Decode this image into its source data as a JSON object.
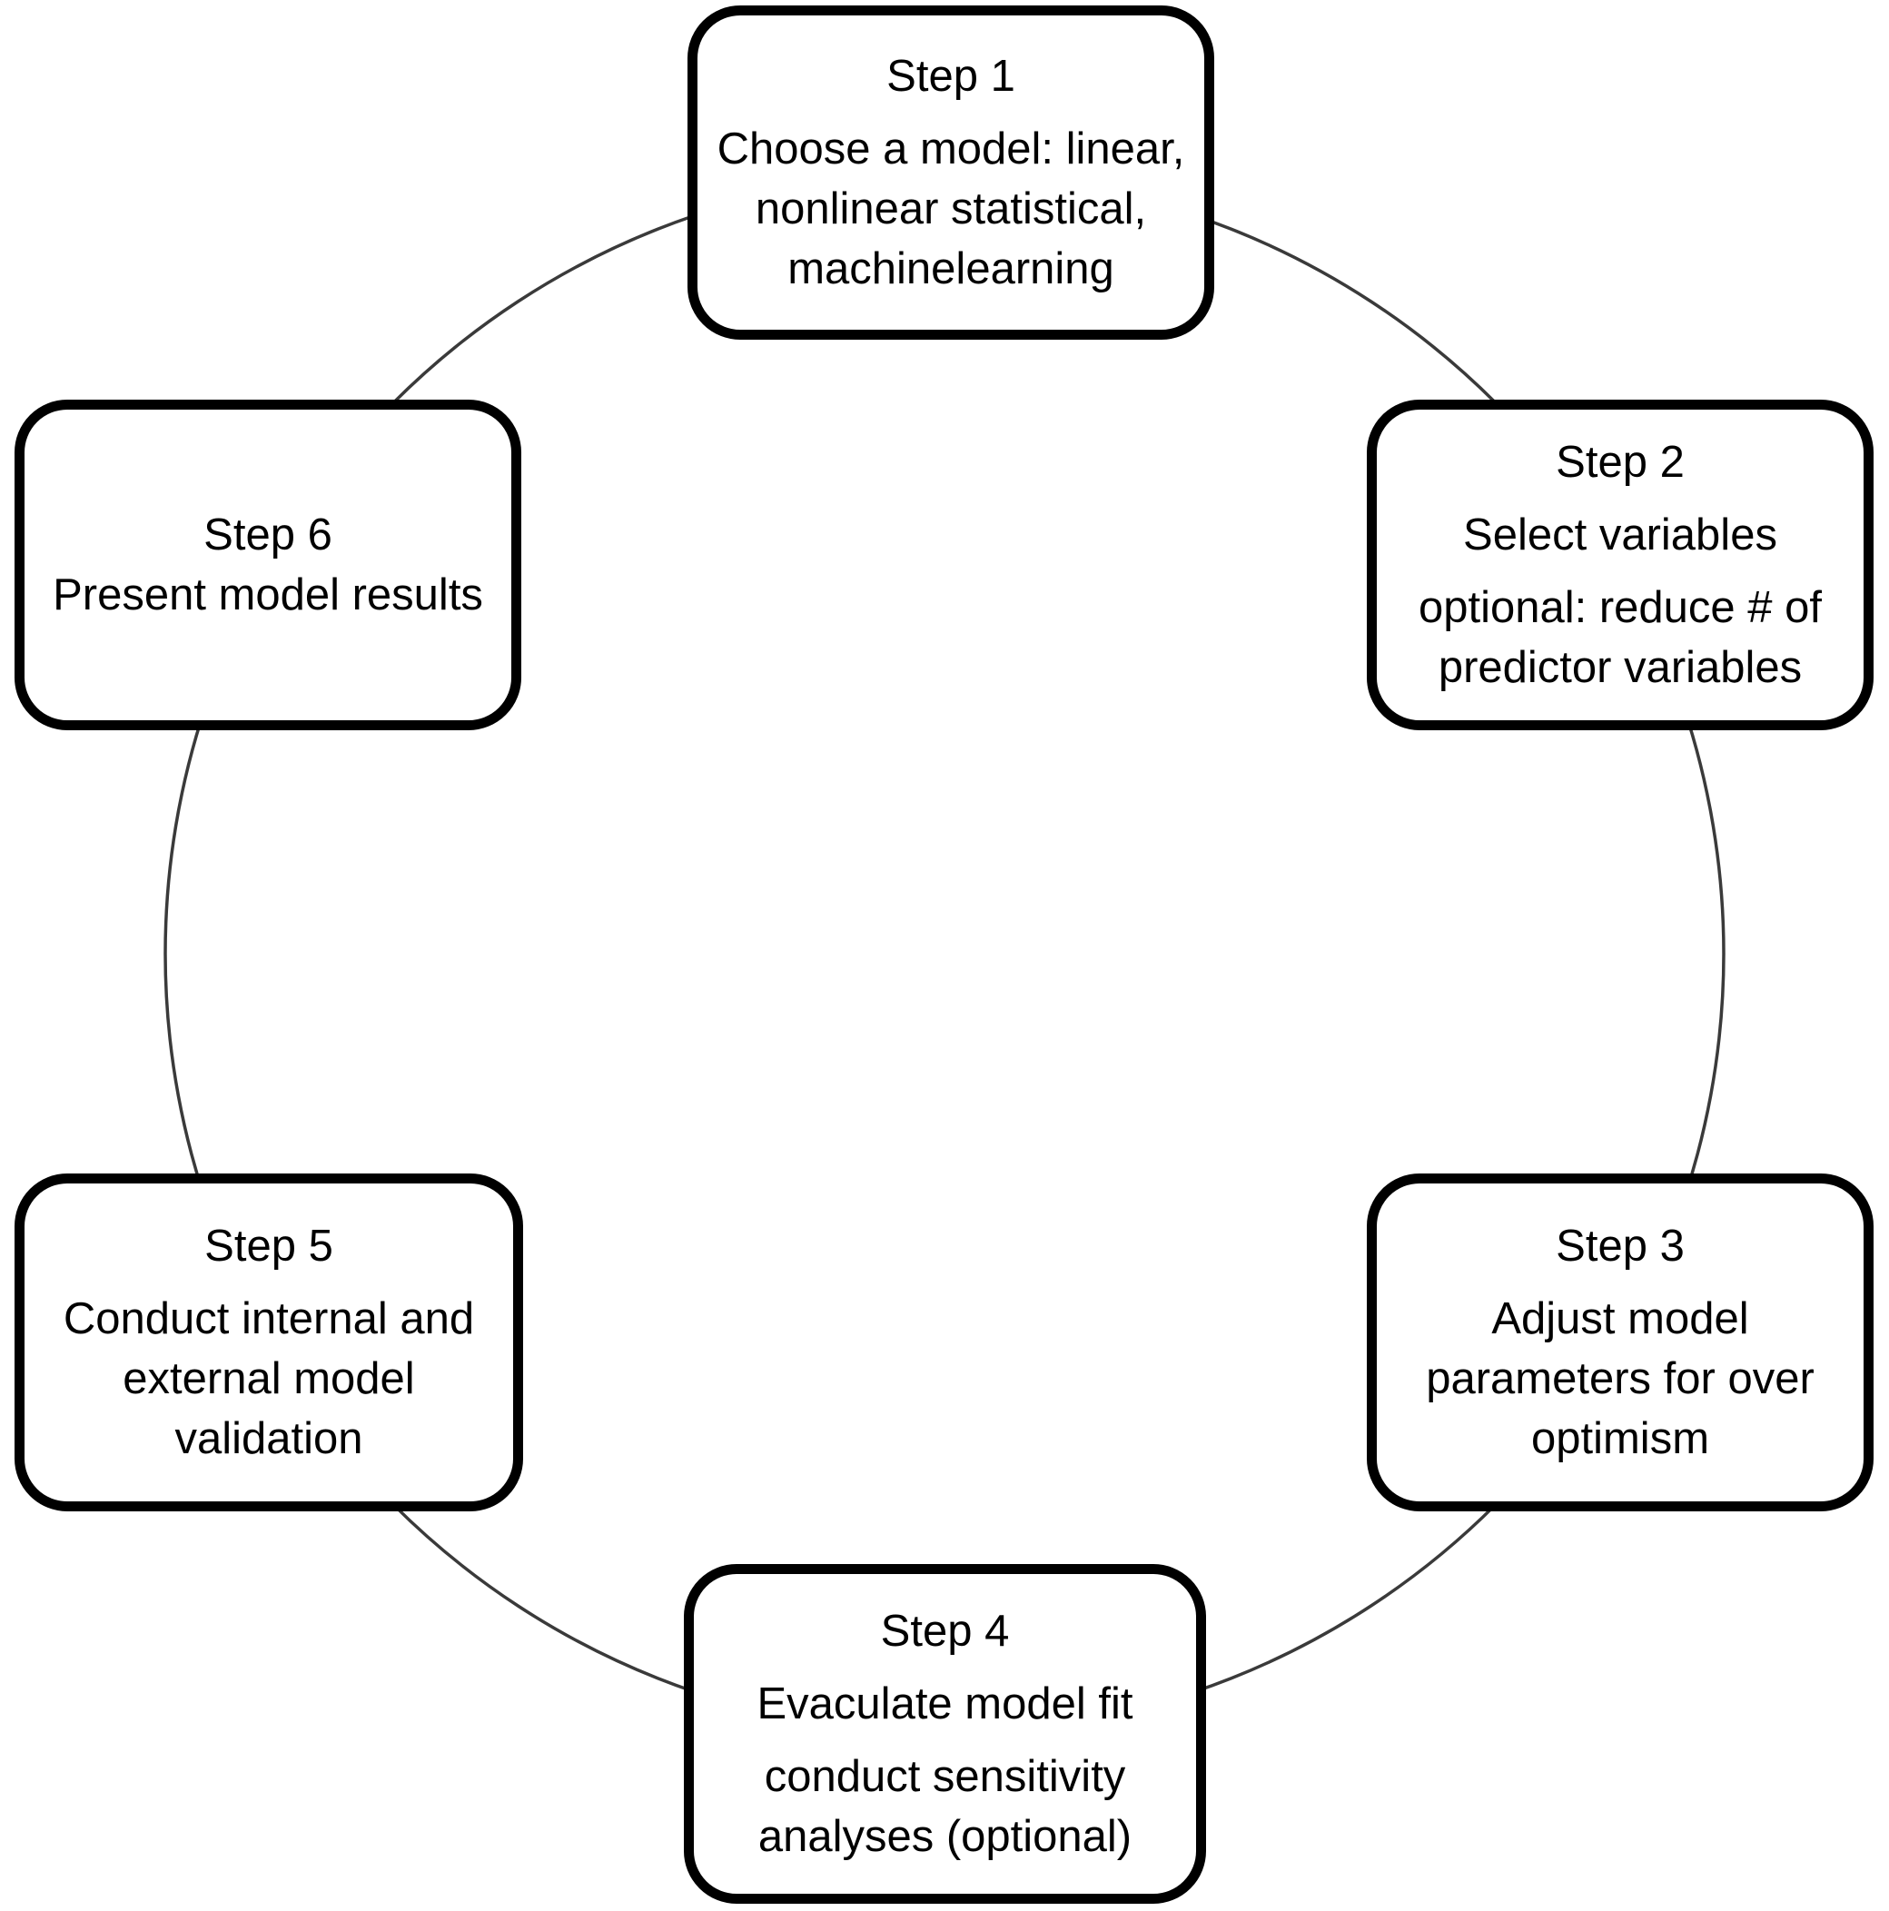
{
  "figure": {
    "type": "cycle-diagram",
    "colors": {
      "background": "#ffffff",
      "box_border": "#000000",
      "box_fill": "#ffffff",
      "text": "#000000",
      "cycle_line": "#3a3a3a"
    },
    "steps": [
      {
        "title": "Step 1",
        "lines": [
          "Choose a model: linear, nonlinear statistical, machinelearning"
        ]
      },
      {
        "title": "Step 2",
        "lines": [
          "Select variables",
          "optional: reduce # of predictor variables"
        ]
      },
      {
        "title": "Step 3",
        "lines": [
          "Adjust model parameters for over optimism"
        ]
      },
      {
        "title": "Step 4",
        "lines": [
          "Evaculate model fit",
          "conduct sensitivity analyses (optional)"
        ]
      },
      {
        "title": "Step 5",
        "lines": [
          "Conduct internal and external model validation"
        ]
      },
      {
        "title": "Step 6",
        "lines": [
          "Present model results"
        ]
      }
    ]
  }
}
